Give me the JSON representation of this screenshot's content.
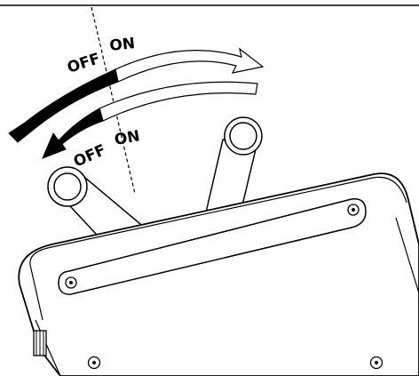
{
  "labels": {
    "upper_off": "OFF",
    "upper_on": "ON",
    "lower_off": "OFF",
    "lower_on": "ON"
  },
  "colors": {
    "stroke": "#000000",
    "fill": "#ffffff"
  }
}
